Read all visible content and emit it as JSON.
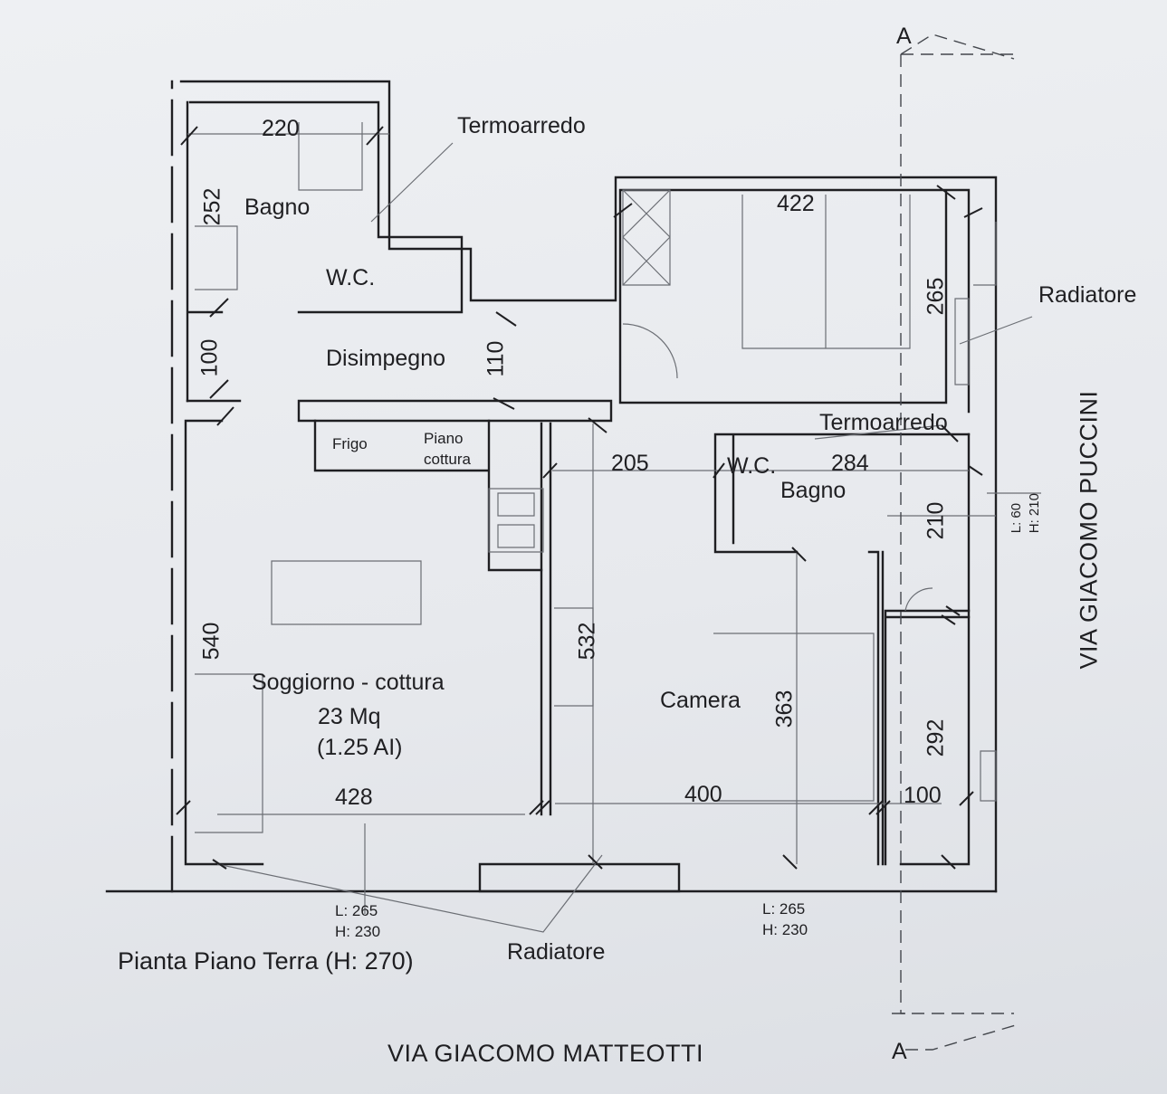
{
  "section": {
    "marker": "A"
  },
  "labels": {
    "termo_top": "Termoarredo",
    "termo_right": "Termoarredo",
    "radiatore_right": "Radiatore",
    "radiatore_bottom": "Radiatore"
  },
  "rooms": {
    "bagno_1": "Bagno",
    "wc_1": "W.C.",
    "disimpegno": "Disimpegno",
    "frigo": "Frigo",
    "piano_cottura": "Piano\ncottura",
    "soggiorno": "Soggiorno - cottura",
    "soggiorno_area": "23 Mq",
    "soggiorno_ai": "(1.25 AI)",
    "camera": "Camera",
    "bagno_2": "Bagno",
    "wc_2": "W.C."
  },
  "dimensions": {
    "d220": "220",
    "d252": "252",
    "d100_left": "100",
    "d110": "110",
    "d422": "422",
    "d265": "265",
    "d205": "205",
    "d284": "284",
    "d210": "210",
    "d540": "540",
    "d532": "532",
    "d363": "363",
    "d292": "292",
    "d428": "428",
    "d400": "400",
    "d100_right": "100"
  },
  "windows": {
    "w_bottom_left": "L: 265\nH: 230",
    "w_bottom_right": "L: 265\nH: 230",
    "w_right": "L: 60\nH: 210"
  },
  "title": "Pianta Piano Terra (H: 270)",
  "streets": {
    "bottom": "VIA GIACOMO MATTEOTTI",
    "right": "VIA GIACOMO PUCCINI"
  },
  "colors": {
    "ink": "#1f1f22",
    "paper": "#e9ebee",
    "fine": "#6b6e74"
  }
}
